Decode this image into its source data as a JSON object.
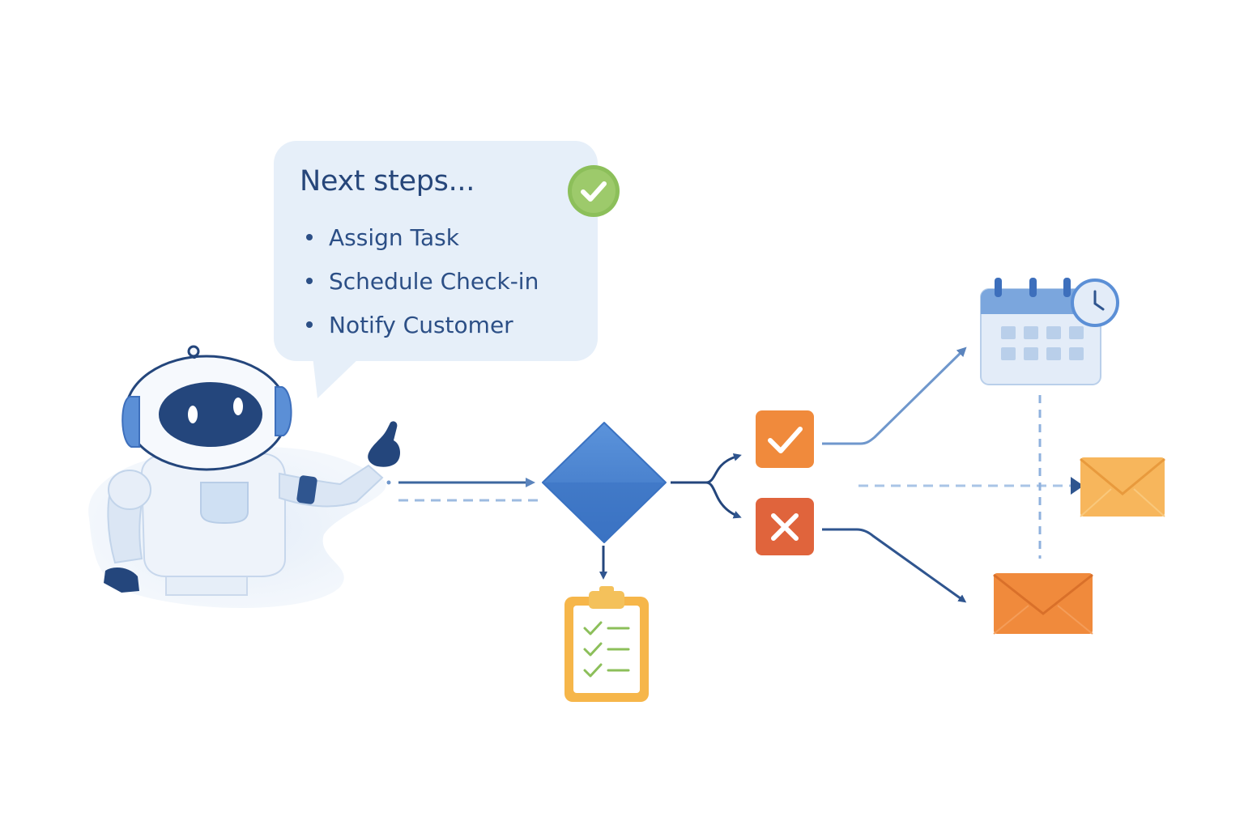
{
  "bubble": {
    "title": "Next steps...",
    "items": [
      {
        "label": "Assign Task"
      },
      {
        "label": "Schedule Check-in"
      },
      {
        "label": "Notify Customer"
      }
    ]
  },
  "colors": {
    "primary_blue": "#3b77c9",
    "dark_blue": "#24467c",
    "success_orange": "#f08a3c",
    "error_red": "#e0643c",
    "badge_green": "#8cbf5a",
    "light_envelope": "#f7b65c",
    "calendar_blue": "#7ba6dd"
  },
  "icons": [
    "robot-icon",
    "check-badge-icon",
    "decision-diamond-icon",
    "checklist-clipboard-icon",
    "approve-check-icon",
    "reject-x-icon",
    "calendar-clock-icon",
    "envelope-icon"
  ]
}
